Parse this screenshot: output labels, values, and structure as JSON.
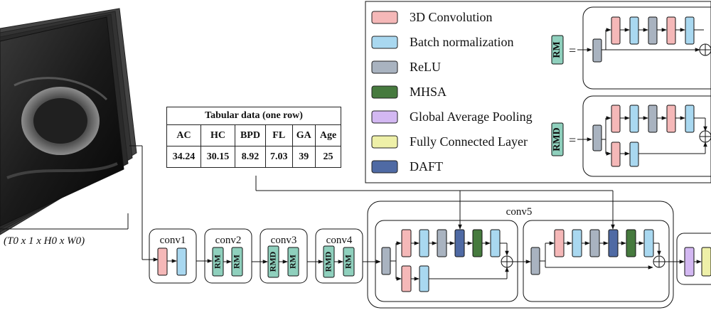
{
  "input": {
    "dims": "(T0 x 1 x H0 x W0)"
  },
  "table": {
    "title": "Tabular data (one row)",
    "headers": [
      "AC",
      "HC",
      "BPD",
      "FL",
      "GA",
      "Age"
    ],
    "values": [
      "34.24",
      "30.15",
      "8.92",
      "7.03",
      "39",
      "25"
    ]
  },
  "legend": [
    {
      "label": "3D Convolution",
      "color": "#f5b8b8"
    },
    {
      "label": "Batch normalization",
      "color": "#a9d8f0"
    },
    {
      "label": "ReLU",
      "color": "#a9b3c0"
    },
    {
      "label": "MHSA",
      "color": "#467a3e"
    },
    {
      "label": "Global Average Pooling",
      "color": "#d3b8f2"
    },
    {
      "label": "Fully Connected Layer",
      "color": "#eef0a8"
    },
    {
      "label": "DAFT",
      "color": "#4f6aa4"
    }
  ],
  "blocks": {
    "rm": "RM",
    "rmd": "RMD",
    "equals": "=",
    "conv1": "conv1",
    "conv2": "conv2",
    "conv3": "conv3",
    "conv4": "conv4",
    "conv5": "conv5"
  },
  "colors": {
    "conv": "#f5b8b8",
    "bn": "#a9d8f0",
    "relu": "#a9b3c0",
    "mhsa": "#467a3e",
    "gap": "#d3b8f2",
    "fc": "#eef0a8",
    "daft": "#4f6aa4",
    "res": "#8fd0bd"
  }
}
